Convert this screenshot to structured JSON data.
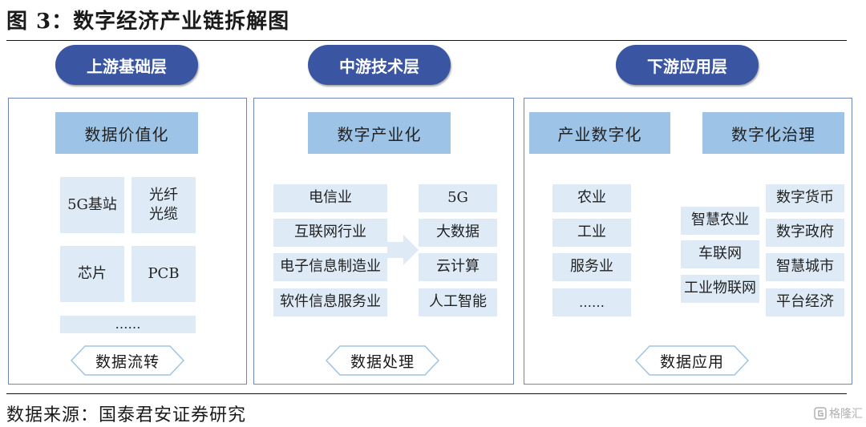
{
  "title": "图 3：数字经济产业链拆解图",
  "source": "数据来源：国泰君安证券研究",
  "watermark": "格隆汇",
  "layers": [
    {
      "name": "上游基础层",
      "header": "数据价值化",
      "items": [
        "5G基站",
        "光纤\n光缆",
        "芯片",
        "PCB",
        "……"
      ],
      "flow": "数据流转"
    },
    {
      "name": "中游技术层",
      "header": "数字产业化",
      "left_items": [
        "电信业",
        "互联网行业",
        "电子信息制造业",
        "软件信息服务业"
      ],
      "right_items": [
        "5G",
        "大数据",
        "云计算",
        "人工智能"
      ],
      "flow": "数据处理"
    },
    {
      "name": "下游应用层",
      "headers": [
        "产业数字化",
        "数字化治理"
      ],
      "col1": [
        "农业",
        "工业",
        "服务业",
        "……"
      ],
      "col2": [
        "智慧农业",
        "车联网",
        "工业物联网"
      ],
      "col3": [
        "数字货币",
        "数字政府",
        "智慧城市",
        "平台经济"
      ],
      "flow": "数据应用"
    }
  ]
}
